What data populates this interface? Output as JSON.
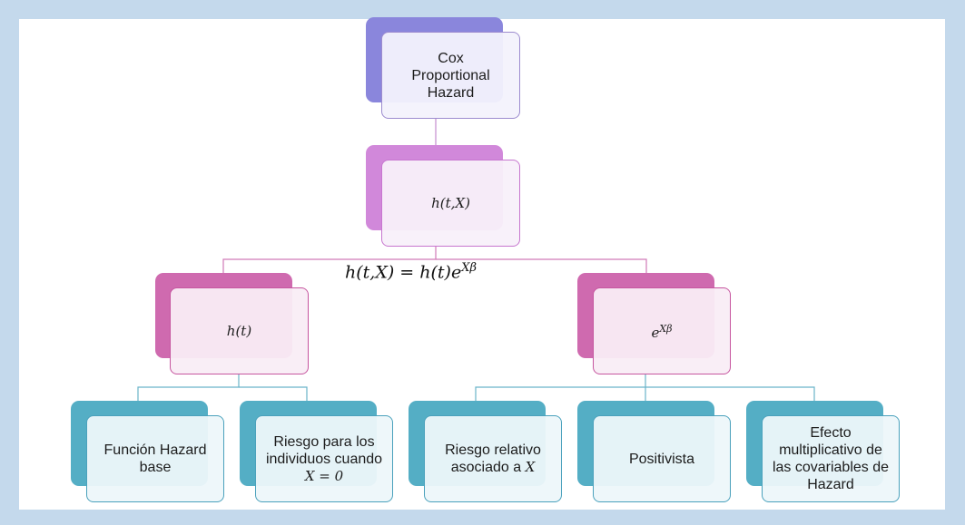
{
  "colors": {
    "background": "#c4d9ec",
    "level1": "#8a86dc",
    "level2": "#d188da",
    "level3": "#cf6aaf",
    "level4": "#54aec5"
  },
  "nodes": {
    "root": {
      "label": "Cox Proportional Hazard"
    },
    "hazard": {
      "label": "h(t,X)"
    },
    "baseline": {
      "label": "h(t)"
    },
    "exp": {
      "label": "e",
      "sup": "Xβ"
    },
    "leaf1": {
      "label": "Función Hazard base"
    },
    "leaf2": {
      "label": "Riesgo para los individuos cuando ",
      "math": "X = 0"
    },
    "leaf3": {
      "label": "Riesgo relativo asociado a ",
      "math": "X"
    },
    "leaf4": {
      "label": "Positivista"
    },
    "leaf5": {
      "label": "Efecto multiplicativo de las covariables de Hazard"
    }
  },
  "formula": {
    "text": "h(t,X) = h(t)e",
    "sup": "Xβ"
  }
}
